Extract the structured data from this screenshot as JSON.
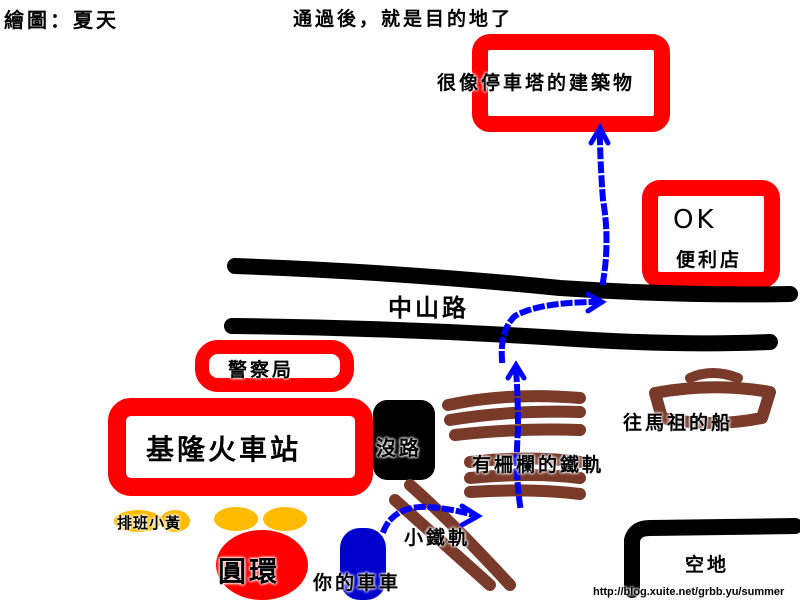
{
  "credit": "繪圖：夏天",
  "hint": "通過後，就是目的地了",
  "destination": "很像停車塔的建築物",
  "convenience_store": {
    "line1": "OK",
    "line2": "便利店"
  },
  "road": "中山路",
  "police": "警察局",
  "station": "基隆火車站",
  "no_road": "沒路",
  "fenced_rail": "有柵欄的鐵軌",
  "ferry": "往馬祖的船",
  "taxi": "排班小黃",
  "small_rail": "小鐵軌",
  "roundabout": "圓環",
  "your_car": "你的車車",
  "empty_lot": "空地",
  "url": "http://blog.xuite.net/grbb.yu/summer",
  "colors": {
    "red": "#ff0000",
    "black": "#000000",
    "brown": "#7a3a2a",
    "blue": "#0000ff",
    "taxi": "#ffbb00"
  }
}
